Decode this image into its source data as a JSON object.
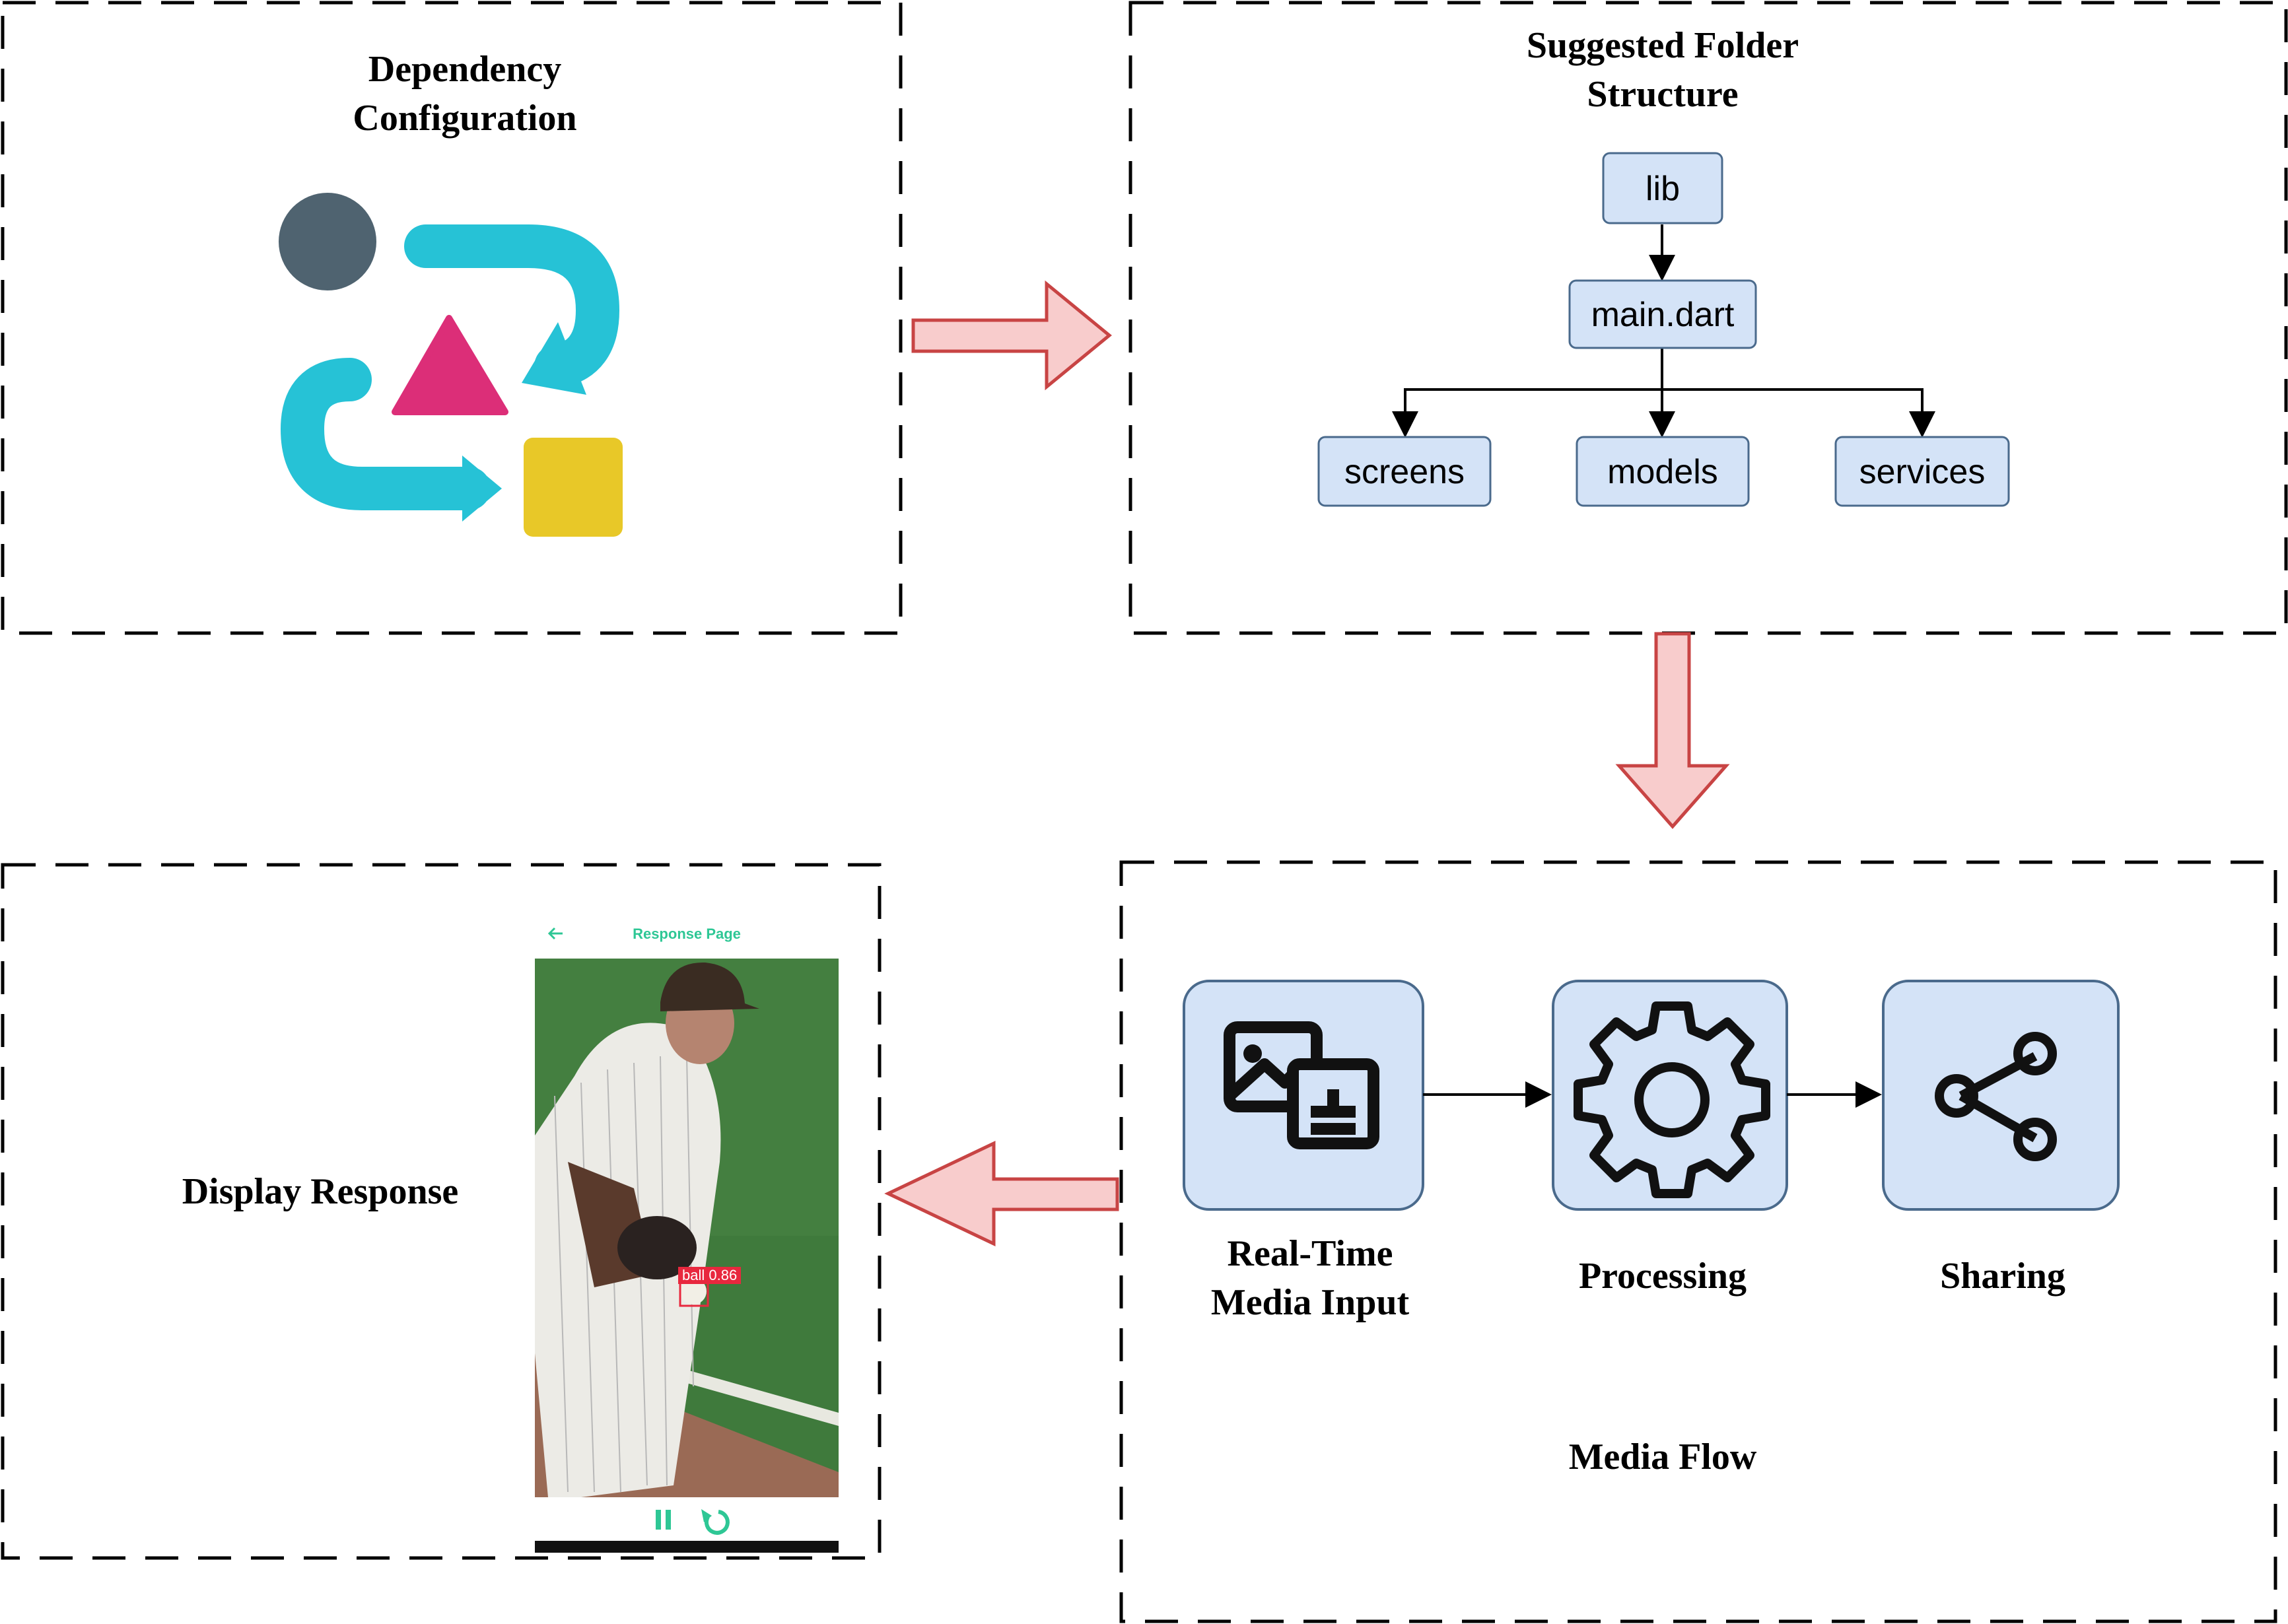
{
  "panels": {
    "dependency": {
      "title_line1": "Dependency",
      "title_line2": "Configuration",
      "icon": "shapes-flow-icon"
    },
    "folder": {
      "title_line1": "Suggested Folder",
      "title_line2": "Structure",
      "nodes": {
        "root": "lib",
        "main": "main.dart",
        "child1": "screens",
        "child2": "models",
        "child3": "services"
      }
    },
    "media": {
      "title": "Media Flow",
      "steps": [
        {
          "line1": "Real-Time",
          "line2": "Media Input",
          "icon": "image-add-icon"
        },
        {
          "label": "Processing",
          "icon": "gear-icon"
        },
        {
          "label": "Sharing",
          "icon": "share-icon"
        }
      ]
    },
    "display": {
      "title": "Display Response",
      "phone": {
        "header": "Response Page",
        "back_icon": "arrow-left-icon",
        "detection_label": "ball 0.86",
        "pause_icon": "pause-icon",
        "replay_icon": "replay-icon"
      }
    }
  },
  "colors": {
    "node_fill": "#d4e3f7",
    "node_stroke": "#4a6a8c",
    "arrow_fill": "#f8cccc",
    "arrow_stroke": "#c84444",
    "accent_green": "#2ec795"
  }
}
